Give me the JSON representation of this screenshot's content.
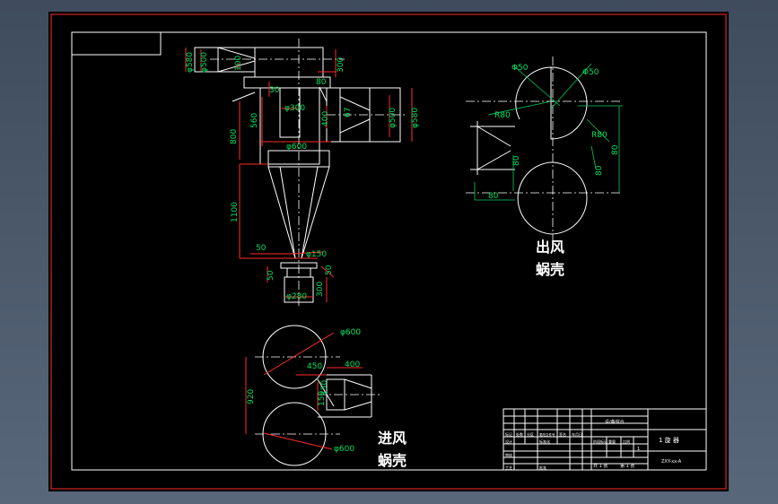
{
  "labels": {
    "outlet_title_line1": "出风",
    "outlet_title_line2": "蜗壳",
    "inlet_title_line1": "进风",
    "inlet_title_line2": "蜗壳"
  },
  "dims_main": {
    "d580": "φ580",
    "d500": "φ500",
    "d100": "100",
    "d300_top": "300",
    "d80_top": "80",
    "d30": "30",
    "d560": "560",
    "d800": "800",
    "d300_mid": "φ300",
    "d400": "400",
    "d67": "67",
    "d500_r": "φ500",
    "d580_r": "φ580",
    "d600": "φ600",
    "d1100": "1100",
    "d50_a": "50",
    "d150": "φ150",
    "d50_b": "50",
    "d50_c": "50",
    "d280": "φ280",
    "d300_bot": "300"
  },
  "dims_outlet": {
    "a1": "Φ50",
    "a2": "Φ50",
    "a3": "R80",
    "a4": "R80",
    "a5": "80",
    "a6": "80",
    "a7": "80",
    "a8": "80"
  },
  "dims_inlet": {
    "d600_top": "φ600",
    "d450": "450",
    "d400": "400",
    "d920": "920",
    "d150a": "150",
    "d150b": "150",
    "d600_bot": "φ600"
  },
  "title_block": {
    "heading": "设/备综合",
    "name": "1 旋 器",
    "code": "ZXY-xx-A",
    "r1c1": "标记",
    "r1c2": "处数",
    "r1c3": "分区",
    "r1c4": "更改文件号",
    "r1c5": "签名",
    "r1c6": "年月日",
    "r2c1": "设计",
    "r2c2": "标准化",
    "r3c1": "审核",
    "r4c1": "工艺",
    "r4c2": "批准",
    "stage": "阶段标记",
    "weight": "重量",
    "ratio": "比例",
    "one": "1",
    "sheets": "共 1 张",
    "sheet_no": "第 1 张"
  }
}
